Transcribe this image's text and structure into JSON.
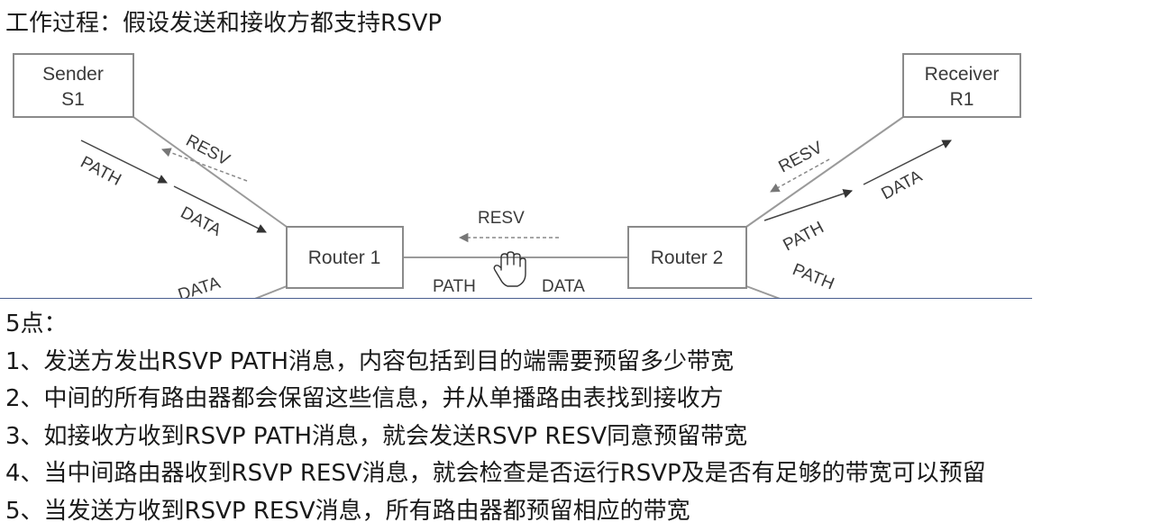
{
  "heading": "工作过程：假设发送和接收方都支持RSVP",
  "diagram": {
    "nodes": {
      "sender": [
        "Sender",
        "S1"
      ],
      "receiver": [
        "Receiver",
        "R1"
      ],
      "router1": "Router 1",
      "router2": "Router 2"
    },
    "labels": {
      "resv": "RESV",
      "path": "PATH",
      "data": "DATA"
    }
  },
  "notes": {
    "title": "5点：",
    "items": [
      "1、发送方发出RSVP PATH消息，内容包括到目的端需要预留多少带宽",
      "2、中间的所有路由器都会保留这些信息，并从单播路由表找到接收方",
      "3、如接收方收到RSVP PATH消息，就会发送RSVP RESV同意预留带宽",
      "4、当中间路由器收到RSVP RESV消息，就会检查是否运行RSVP及是否有足够的带宽可以预留",
      "5、当发送方收到RSVP RESV消息，所有路由器都预留相应的带宽"
    ]
  }
}
